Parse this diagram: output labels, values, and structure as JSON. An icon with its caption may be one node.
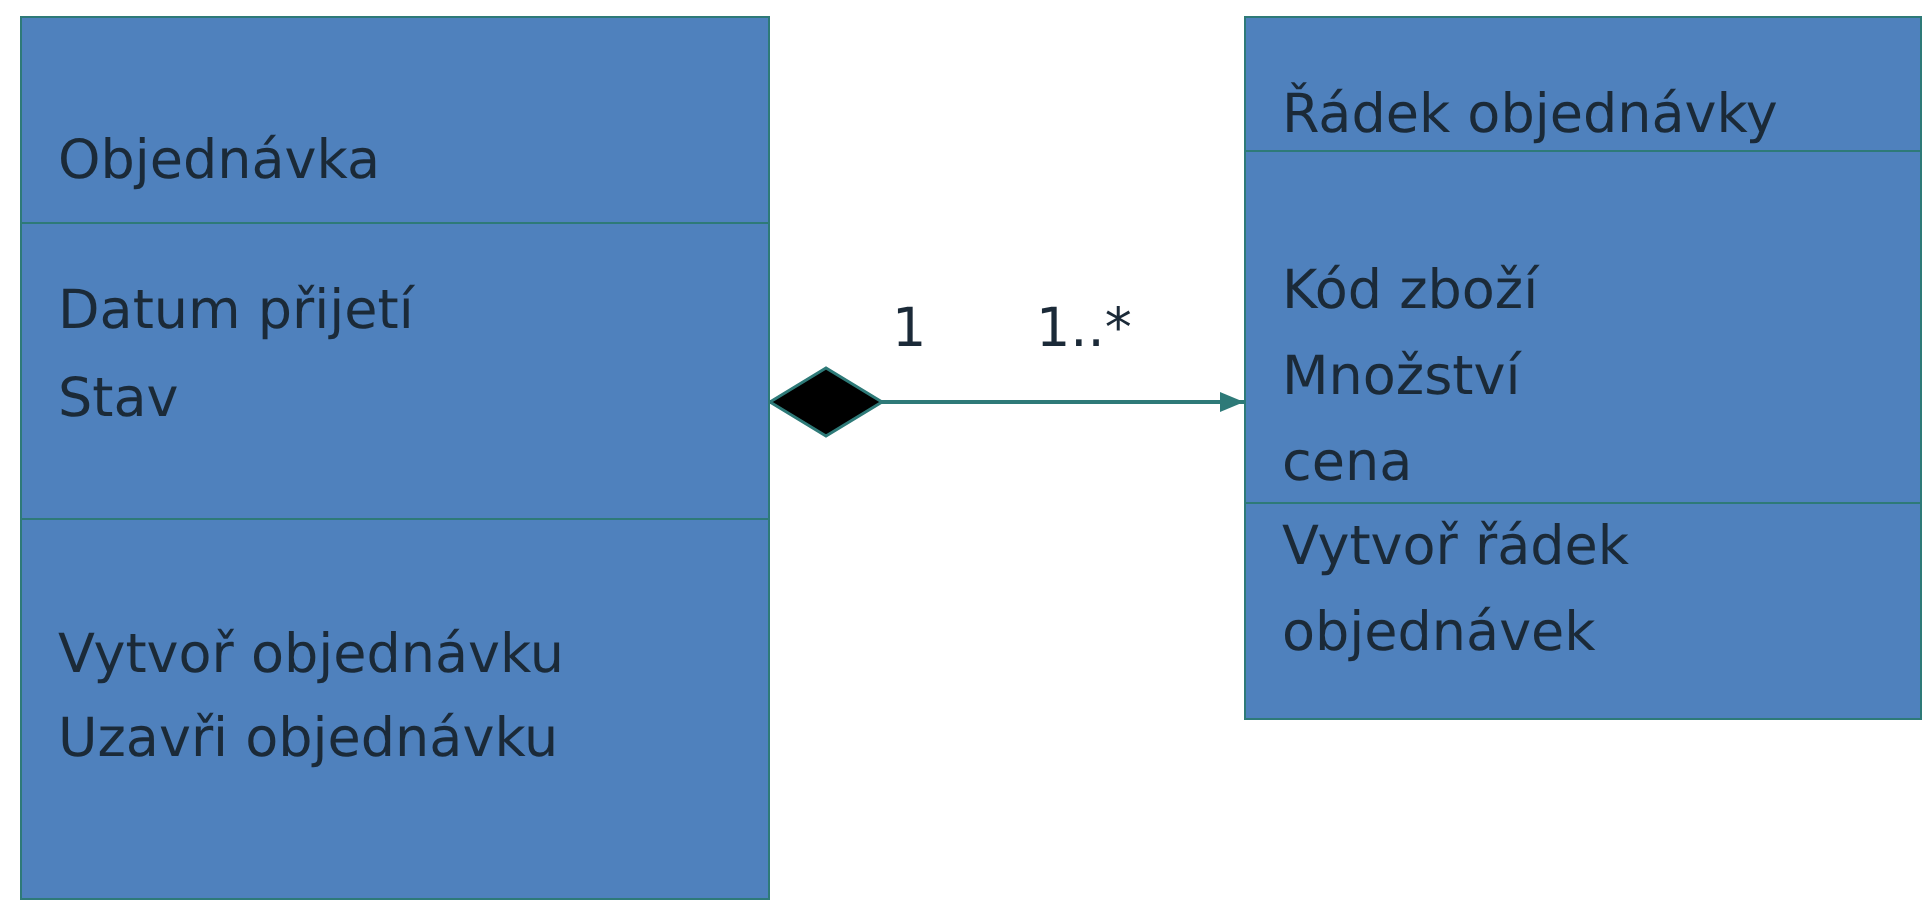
{
  "diagram": {
    "nodes": [
      {
        "text": [
          "Objednávka",
          "Datum přijetí",
          "Stav",
          "Vytvoř objednávku",
          "Uzavři objednávku"
        ]
      },
      {
        "text": [
          "Řádek objednávky",
          "Kód zboží",
          "Množství",
          "cena",
          "Vytvoř řádek objednávek"
        ]
      }
    ],
    "edges": [
      {
        "from": 0,
        "to": 1,
        "arrow": "to"
      }
    ],
    "labels": [
      "1",
      "1..*"
    ]
  }
}
